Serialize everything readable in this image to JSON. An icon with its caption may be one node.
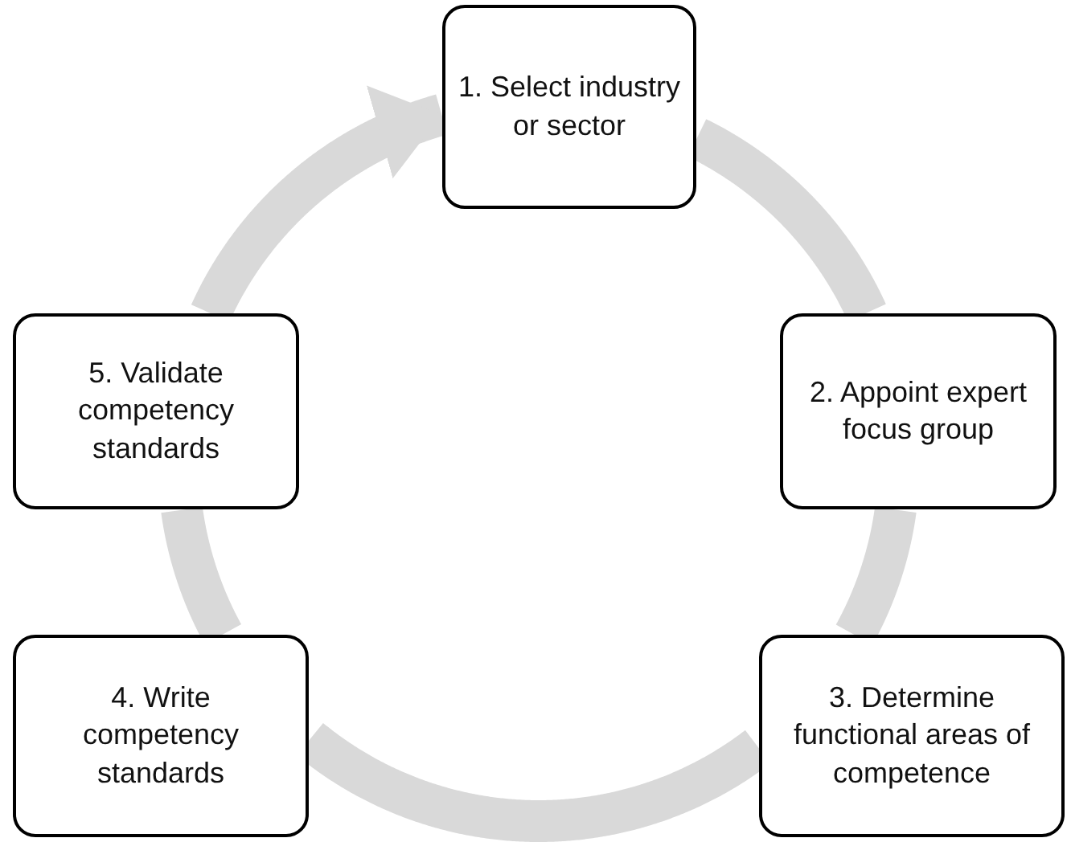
{
  "diagram": {
    "nodes": [
      {
        "text": [
          "1. Select industry or sector"
        ]
      },
      {
        "text": [
          "2. Appoint expert focus group"
        ]
      },
      {
        "text": [
          "3. Determine functional areas of competence"
        ]
      },
      {
        "text": [
          "4. Write competency standards"
        ]
      },
      {
        "text": [
          "5. Validate competency standards"
        ]
      }
    ],
    "edges": [
      {
        "from": 0,
        "to": 1,
        "arrow": "none"
      },
      {
        "from": 1,
        "to": 2,
        "arrow": "none"
      },
      {
        "from": 2,
        "to": 3,
        "arrow": "none"
      },
      {
        "from": 3,
        "to": 4,
        "arrow": "none"
      },
      {
        "from": 4,
        "to": 0,
        "arrow": "to"
      }
    ]
  }
}
